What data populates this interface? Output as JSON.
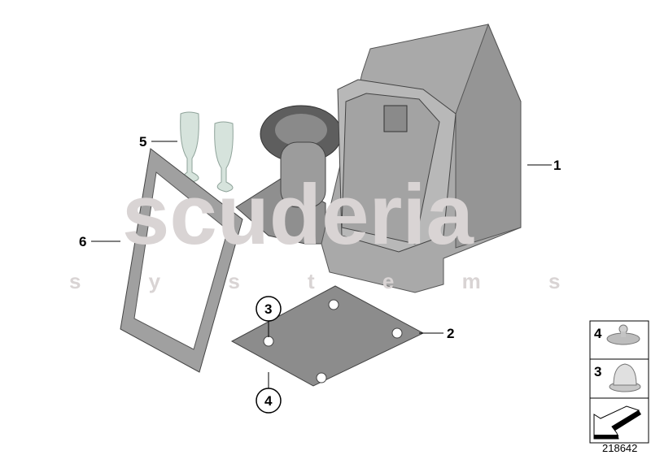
{
  "watermark": {
    "line1": "scuderia",
    "line2": "s y s t e m s"
  },
  "callouts": [
    {
      "id": "1",
      "part": "cooler-box"
    },
    {
      "id": "2",
      "part": "mounting-plate"
    },
    {
      "id": "3",
      "part": "nut",
      "circled": true
    },
    {
      "id": "4",
      "part": "stud",
      "circled": true
    },
    {
      "id": "5",
      "part": "glasses"
    },
    {
      "id": "6",
      "part": "frame"
    }
  ],
  "legend": {
    "items": [
      {
        "id": "4",
        "icon": "stud-icon"
      },
      {
        "id": "3",
        "icon": "nut-icon"
      }
    ],
    "arrow_icon": "direction-arrow-icon"
  },
  "diagram_number": "218642",
  "colors": {
    "part_fill": "#a9a9a9",
    "part_dark": "#7d7d7d",
    "glass": "#d6e3dc",
    "watermark": "#d9d4d4"
  }
}
